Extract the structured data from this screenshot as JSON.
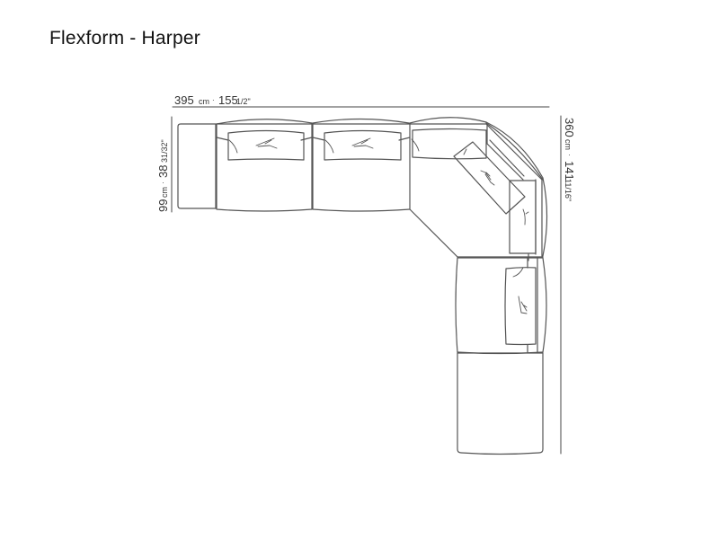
{
  "title": "Flexform - Harper",
  "dimensions": {
    "width": {
      "cm_value": "395",
      "cm_unit": "cm",
      "separator": "·",
      "inch_value": "155",
      "inch_fraction": "1/2\""
    },
    "depth": {
      "cm_value": "99",
      "cm_unit": "cm",
      "separator": "·",
      "inch_value": "38",
      "inch_fraction": "31/32\""
    },
    "length": {
      "cm_value": "360",
      "cm_unit": "cm",
      "separator": "·",
      "inch_value": "141",
      "inch_fraction": "11/16\""
    }
  },
  "colors": {
    "line": "#555555",
    "text": "#333333",
    "background": "#ffffff"
  },
  "modules": [
    {
      "name": "armrest-left"
    },
    {
      "name": "seat-1"
    },
    {
      "name": "seat-2"
    },
    {
      "name": "corner-seat"
    },
    {
      "name": "seat-vertical"
    },
    {
      "name": "ottoman-end"
    }
  ]
}
